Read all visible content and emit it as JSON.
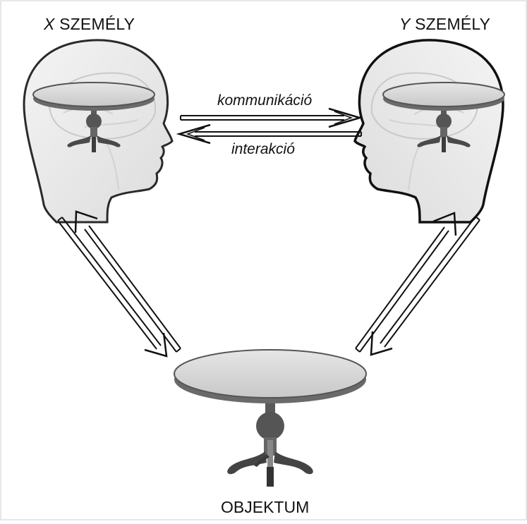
{
  "persons": {
    "x": {
      "var": "X",
      "word": "SZEMÉLY"
    },
    "y": {
      "var": "Y",
      "word": "SZEMÉLY"
    }
  },
  "arrows": {
    "top_label": "kommunikáció",
    "bottom_label": "interakció"
  },
  "object": {
    "label": "OBJEKTUM"
  },
  "colors": {
    "background": "#ffffff",
    "frame": "#cfcfcf",
    "head_fill": "#ececec",
    "head_outline": "#2a2a2a",
    "table_top": "#d9d9d9",
    "table_edge": "#555555",
    "pedestal": "#4a4a4a"
  }
}
